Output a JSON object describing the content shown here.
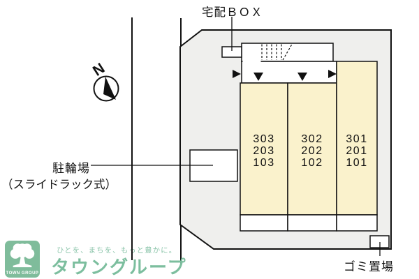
{
  "page": {
    "type": "apartment-site-plan-diagram"
  },
  "labels": {
    "delivery_box": "宅配ＢＯＸ",
    "bicycle_parking": "駐輪場",
    "bicycle_parking_sub": "（スライドラック式）",
    "garbage_area": "ゴミ置場"
  },
  "compass": {
    "north_label": "N"
  },
  "building": {
    "columns": [
      {
        "rooms": [
          "303",
          "203",
          "103"
        ]
      },
      {
        "rooms": [
          "302",
          "202",
          "102"
        ]
      },
      {
        "rooms": [
          "301",
          "201",
          "101"
        ]
      }
    ]
  },
  "logo": {
    "badge_text": "TOWN GROUP",
    "tagline": "ひとを、まちを、もっと豊かに。",
    "brand": "タウングループ"
  },
  "colors": {
    "site_fill": "#efefed",
    "unit_fill": "#faf2cc",
    "outline": "#111111",
    "logo_badge_green": "#7fbc9b",
    "logo_brand_green": "#7cbe9e",
    "logo_tagline_green": "#8ec6ac"
  }
}
